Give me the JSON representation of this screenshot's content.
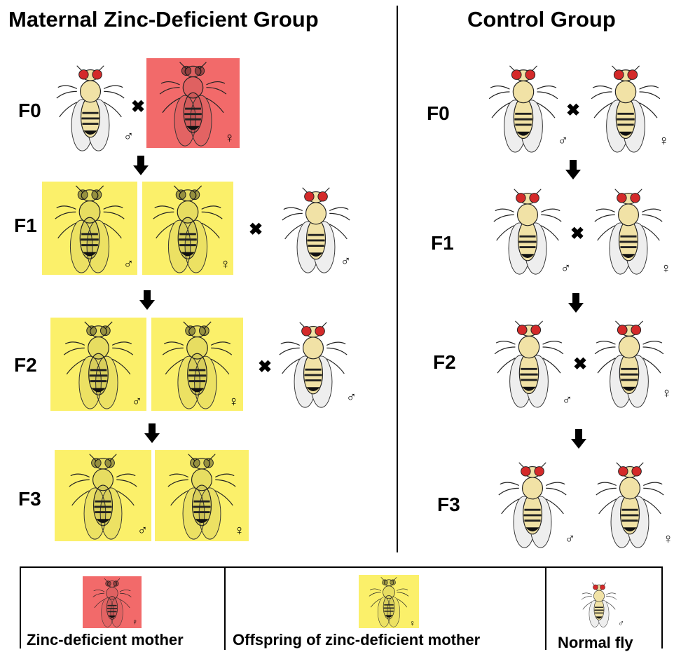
{
  "titles": {
    "left": "Maternal Zinc-Deficient Group",
    "right": "Control Group"
  },
  "generations": {
    "left": [
      "F0",
      "F1",
      "F2",
      "F3"
    ],
    "right": [
      "F0",
      "F1",
      "F2",
      "F3"
    ]
  },
  "symbols": {
    "male": "♂",
    "female": "♀",
    "cross": "✖"
  },
  "colors": {
    "zinc_deficient_mother": "#f26a6a",
    "offspring": "#fbf06a",
    "normal_eye": "#d42a2a",
    "body": "#f1e2a6"
  },
  "legend": {
    "zinc_deficient_mother": "Zinc-deficient mother",
    "offspring": "Offspring of zinc-deficient mother",
    "normal": "Normal fly"
  }
}
